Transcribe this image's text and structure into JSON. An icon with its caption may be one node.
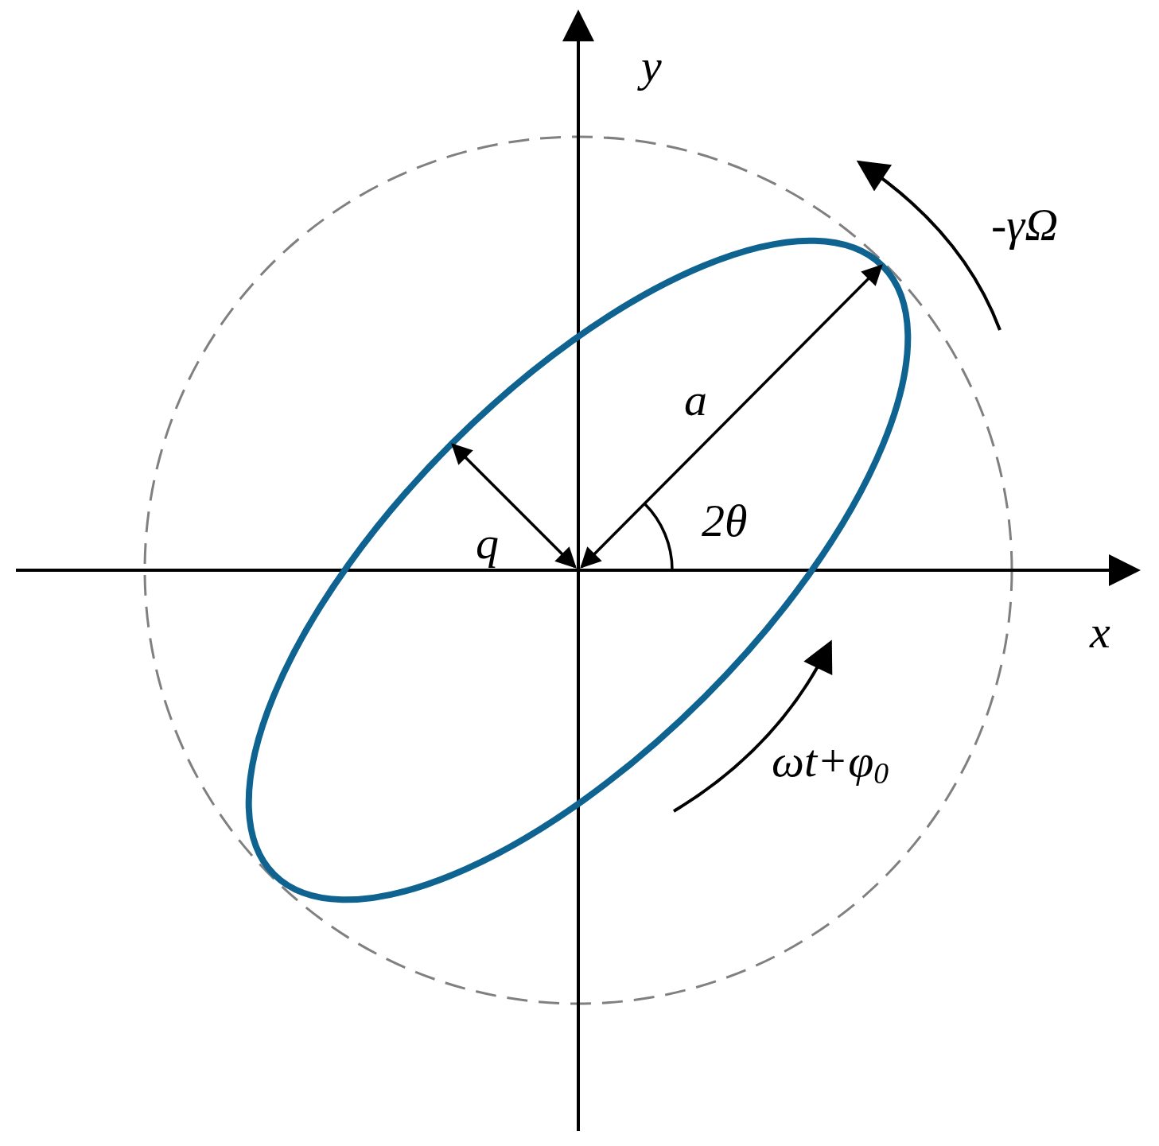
{
  "diagram": {
    "labels": [
      "y",
      "-γΩ",
      "a",
      "2θ",
      "q",
      "x",
      "ωt+φ$_{0}$"
    ]
  }
}
